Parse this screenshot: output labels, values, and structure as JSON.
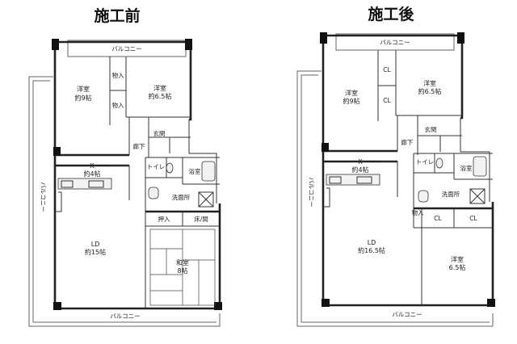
{
  "before": {
    "title": "施工前",
    "rooms": {
      "youshitsu_left": {
        "name": "洋室",
        "size": "約9帖"
      },
      "youshitsu_right": {
        "name": "洋室",
        "size": "約6.5帖"
      },
      "monoire_1": "物入",
      "monoire_2": "物入",
      "genkan": "玄関",
      "rouka": "廊下",
      "toilet": "トイレ",
      "yokushitsu": "浴室",
      "kitchen": {
        "name": "K",
        "size": "約4帖"
      },
      "senmenjo": "洗面所",
      "oshiire": "押入",
      "toko": "床/間",
      "ld": {
        "name": "LD",
        "size": "約15帖"
      },
      "washitsu": {
        "name": "和室",
        "size": "8帖"
      }
    },
    "balcony_top": "バルコニー",
    "balcony_side": "バルコニー",
    "balcony_bottom": "バルコニー"
  },
  "after": {
    "title": "施工後",
    "rooms": {
      "youshitsu_left": {
        "name": "洋室",
        "size": "約9帖"
      },
      "youshitsu_right": {
        "name": "洋室",
        "size": "約6.5帖"
      },
      "cl_1": "CL",
      "cl_2": "CL",
      "genkan": "玄関",
      "rouka": "廊下",
      "toilet": "トイレ",
      "yokushitsu": "浴室",
      "kitchen": {
        "name": "K",
        "size": "約4帖"
      },
      "senmenjo": "洗面所",
      "monoire": "物入",
      "cl_3": "CL",
      "cl_4": "CL",
      "ld": {
        "name": "LD",
        "size": "約16.5帖"
      },
      "youshitsu_new": {
        "name": "洋室",
        "size": "6.5帖"
      }
    },
    "balcony_top": "バルコニー",
    "balcony_side": "バルコニー",
    "balcony_bottom": "バルコニー"
  }
}
